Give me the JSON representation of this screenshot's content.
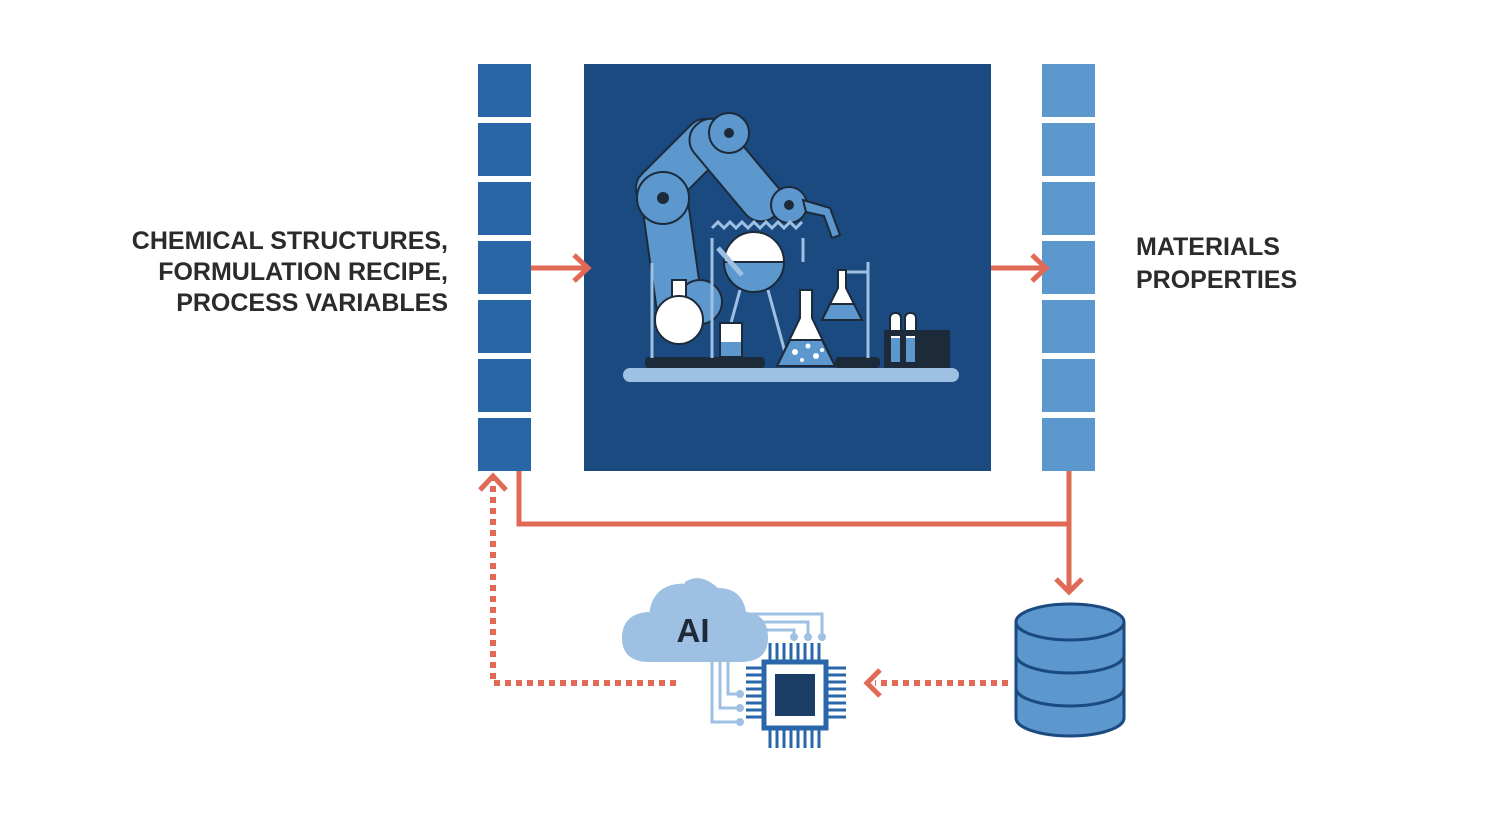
{
  "inputs_label": {
    "lines": [
      "CHEMICAL STRUCTURES,",
      "FORMULATION RECIPE,",
      "PROCESS VARIABLES"
    ]
  },
  "outputs_label": {
    "lines": [
      "MATERIALS",
      "PROPERTIES"
    ]
  },
  "ai_label": "AI",
  "colors": {
    "input_cell": "#2966a8",
    "output_cell": "#5c98ce",
    "lab_background": "#1b4a80",
    "arrow": "#e06a55",
    "cloud": "#9ec0e2",
    "chip": "#2a66aa",
    "chip_core": "#1b3d66",
    "database": "#5c98ce",
    "database_outline": "#1b4a80"
  },
  "icons": {
    "lab": "robotic-lab-icon",
    "ai_cloud": "ai-cloud-icon",
    "chip": "processor-chip-icon",
    "database": "database-icon"
  }
}
